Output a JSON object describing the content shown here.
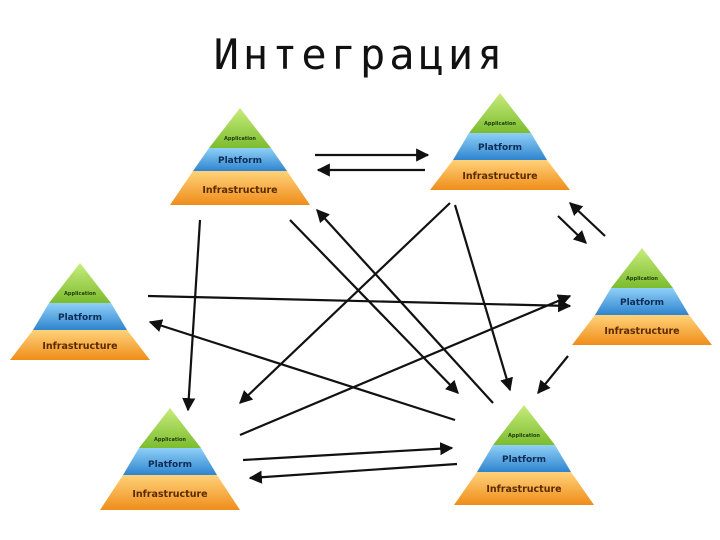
{
  "title": "Интеграция",
  "pyramid_labels": {
    "application": "Application",
    "platform": "Platform",
    "infrastructure": "Infrastructure"
  },
  "colors": {
    "application": "#9ed24a",
    "platform": "#4aa3e0",
    "infrastructure": "#f5a623",
    "arrow": "#111111"
  }
}
